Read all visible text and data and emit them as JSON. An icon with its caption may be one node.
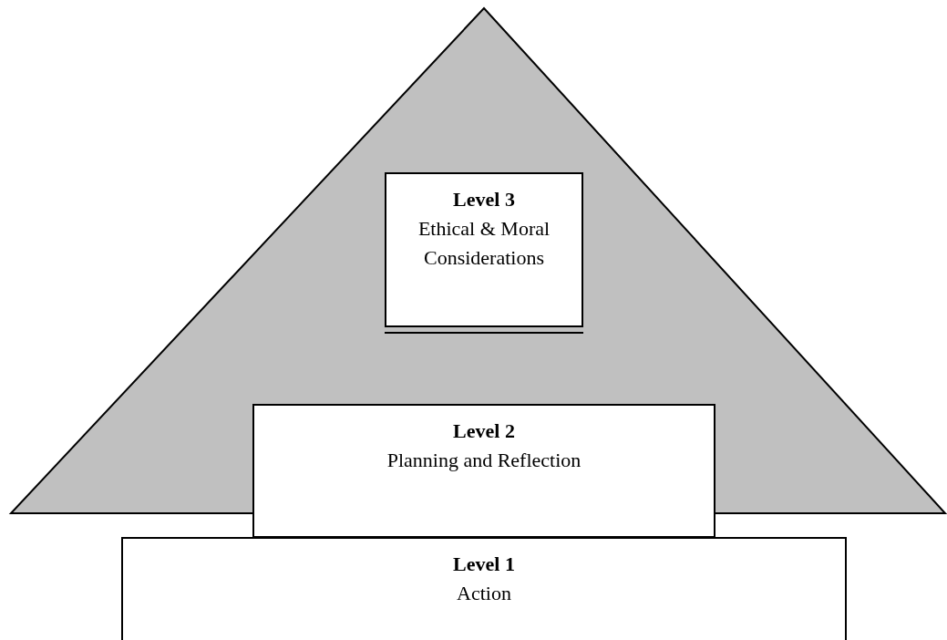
{
  "diagram": {
    "nodes": [
      {
        "text": [
          "Level 3",
          "Ethical & Moral Considerations"
        ]
      },
      {
        "text": [
          "Level 2",
          "Planning and Reflection"
        ]
      },
      {
        "text": [
          "Level 1",
          "Action"
        ]
      }
    ]
  }
}
